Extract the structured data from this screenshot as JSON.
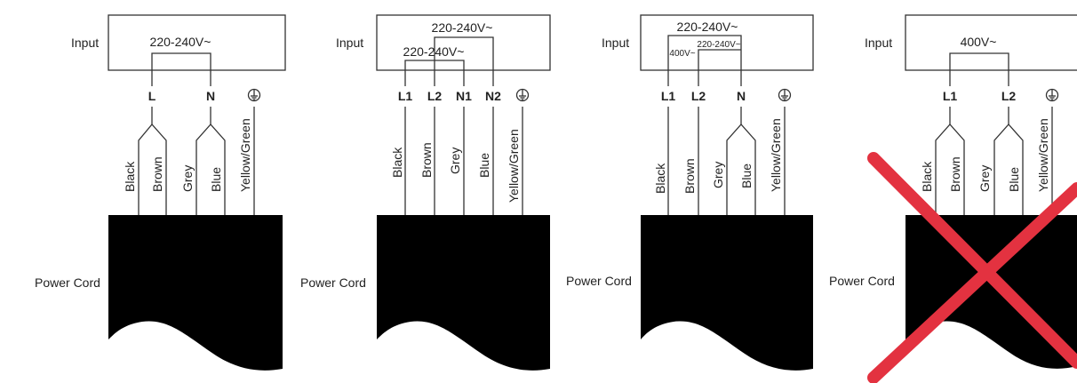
{
  "colors": {
    "cord": "#000000",
    "cross": "#e33240",
    "line": "#333333"
  },
  "labels": {
    "input": "Input",
    "power_cord": "Power Cord"
  },
  "panels": [
    {
      "voltage": "220-240V~",
      "terminals": [
        "L",
        "N"
      ],
      "wires": [
        "Black",
        "Brown",
        "Grey",
        "Blue",
        "Yellow/Green"
      ]
    },
    {
      "voltage_top": "220-240V~",
      "voltage_bottom": "220-240V~",
      "terminals": [
        "L1",
        "L2",
        "N1",
        "N2"
      ],
      "wires": [
        "Black",
        "Brown",
        "Grey",
        "Blue",
        "Yellow/Green"
      ]
    },
    {
      "voltage_top": "220-240V~",
      "voltage_left": "400V~",
      "voltage_right": "220-240V~",
      "terminals": [
        "L1",
        "L2",
        "N"
      ],
      "wires": [
        "Black",
        "Brown",
        "Grey",
        "Blue",
        "Yellow/Green"
      ]
    },
    {
      "voltage": "400V~",
      "terminals": [
        "L1",
        "L2"
      ],
      "wires": [
        "Black",
        "Brown",
        "Grey",
        "Blue",
        "Yellow/Green"
      ],
      "crossed_out": true
    }
  ]
}
